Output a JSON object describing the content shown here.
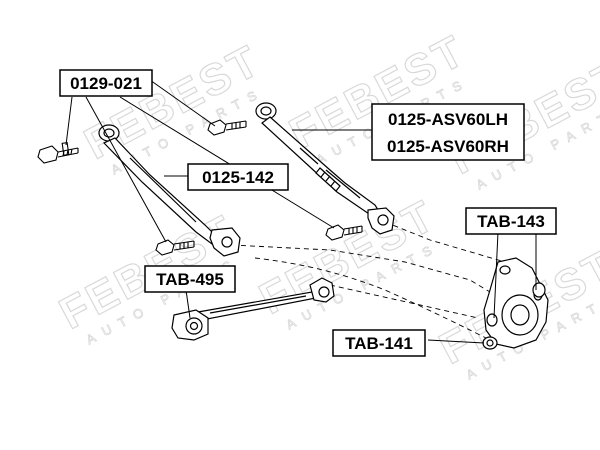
{
  "watermark": {
    "brand": "FEBEST",
    "tagline": "AUTO PARTS"
  },
  "labels": {
    "bolt": "0129-021",
    "upper_arm_lh": "0125-ASV60LH",
    "upper_arm_rh": "0125-ASV60RH",
    "lower_arm": "0125-142",
    "knuckle_bushing_upper": "TAB-143",
    "trailing_bushing": "TAB-495",
    "knuckle_bushing_lower": "TAB-141"
  }
}
